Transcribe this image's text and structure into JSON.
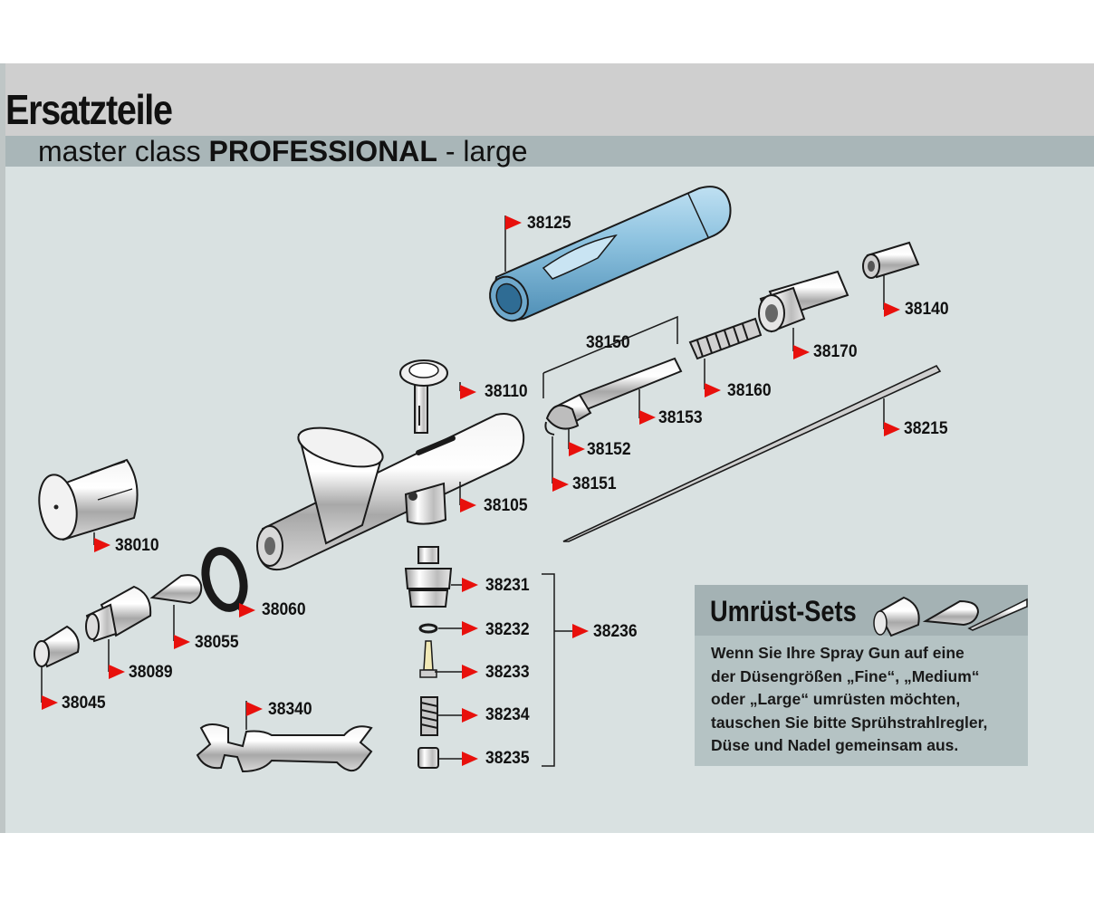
{
  "header": {
    "title": "Ersatzteile",
    "subtitle_regular": "master class ",
    "subtitle_bold": "PROFESSIONAL",
    "subtitle_suffix": " - large"
  },
  "parts": {
    "p38125": "38125",
    "p38140": "38140",
    "p38150": "38150",
    "p38170": "38170",
    "p38110": "38110",
    "p38160": "38160",
    "p38153": "38153",
    "p38152": "38152",
    "p38215": "38215",
    "p38151": "38151",
    "p38105": "38105",
    "p38010": "38010",
    "p38060": "38060",
    "p38055": "38055",
    "p38089": "38089",
    "p38045": "38045",
    "p38231": "38231",
    "p38232": "38232",
    "p38233": "38233",
    "p38234": "38234",
    "p38235": "38235",
    "p38236": "38236",
    "p38340": "38340"
  },
  "umruest": {
    "title": "Umrüst-Sets",
    "lines": [
      "Wenn Sie Ihre Spray Gun auf eine",
      "der Düsengrößen „Fine“, „Medium“",
      "oder „Large“ umrüsten möchten,",
      "tauschen Sie bitte Sprühstrahlregler,",
      "Düse und Nadel gemeinsam aus."
    ]
  },
  "colors": {
    "background": "#d9e1e1",
    "header_band": "#cfcfcf",
    "subtitle_band": "#a9b6b8",
    "marker_red": "#e8100c",
    "blue_part": "#7fb6d6",
    "box_fill": "#b5c3c4",
    "box_header": "#a4b2b4"
  }
}
